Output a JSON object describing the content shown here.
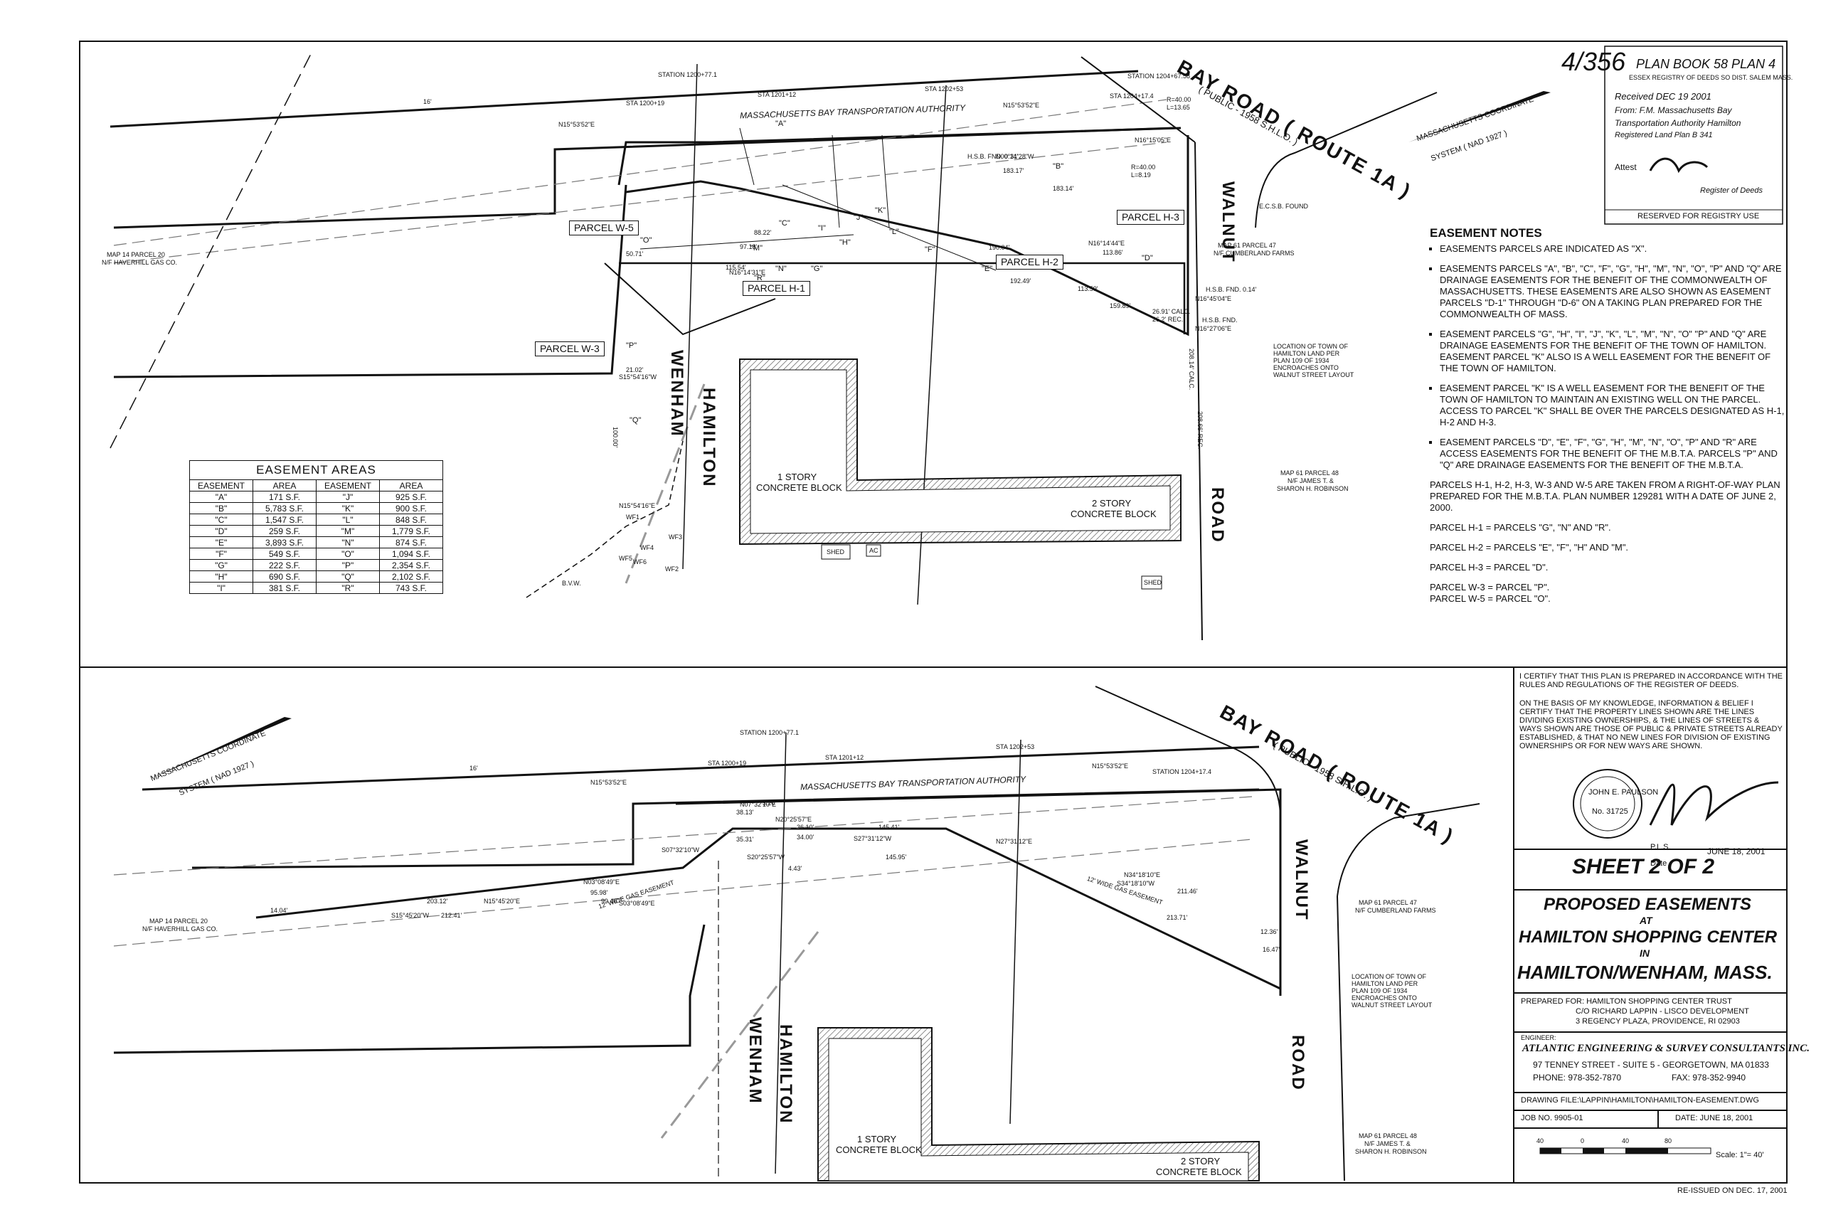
{
  "registry": {
    "line1": "PLAN BOOK 58 PLAN 4",
    "line2": "ESSEX REGISTRY OF DEEDS SO DIST. SALEM MASS.",
    "received": "Received DEC 19 2001",
    "line4": "From: F.M. Massachusetts Bay",
    "line5": "Transportation Authority Hamilton",
    "line6": "Registered Land Plan B 341",
    "attest": "Attest",
    "register": "Register of Deeds",
    "reserved": "RESERVED FOR REGISTRY USE",
    "handwritten": "4/356"
  },
  "notes": {
    "title": "EASEMENT NOTES",
    "bullets": [
      "EASEMENTS PARCELS ARE INDICATED AS \"X\".",
      "EASEMENTS PARCELS \"A\", \"B\", \"C\", \"F\", \"G\", \"H\", \"M\", \"N\", \"O\", \"P\" AND \"Q\" ARE DRAINAGE EASEMENTS FOR THE BENEFIT OF THE COMMONWEALTH OF MASSACHUSETTS. THESE EASEMENTS ARE ALSO SHOWN AS EASEMENT PARCELS \"D-1\" THROUGH \"D-6\" ON A TAKING PLAN PREPARED FOR THE COMMONWEALTH OF MASS.",
      "EASEMENT PARCELS \"G\", \"H\", \"I\", \"J\", \"K\", \"L\", \"M\", \"N\", \"O\" \"P\" AND \"Q\" ARE DRAINAGE EASEMENTS FOR THE BENEFIT OF THE TOWN OF HAMILTON. EASEMENT PARCEL \"K\" ALSO IS A WELL EASEMENT FOR THE BENEFIT OF THE TOWN OF HAMILTON.",
      "EASEMENT PARCEL \"K\" IS A WELL EASEMENT FOR THE BENEFIT OF THE TOWN OF HAMILTON TO MAINTAIN AN EXISTING WELL ON THE PARCEL. ACCESS TO PARCEL \"K\" SHALL BE OVER THE PARCELS DESIGNATED AS H-1, H-2 AND H-3.",
      "EASEMENT PARCELS \"D\", \"E\", \"F\", \"G\", \"H\", \"M\", \"N\", \"O\", \"P\" AND \"R\" ARE ACCESS EASEMENTS FOR THE BENEFIT OF THE M.B.T.A. PARCELS \"P\" AND \"Q\" ARE DRAINAGE EASEMENTS FOR THE BENEFIT OF THE M.B.T.A."
    ],
    "para": "PARCELS H-1, H-2, H-3, W-3 AND W-5 ARE TAKEN FROM A RIGHT-OF-WAY PLAN PREPARED FOR THE M.B.T.A. PLAN NUMBER 129281 WITH A DATE OF JUNE 2, 2000.",
    "h1": "PARCEL H-1 = PARCELS \"G\", \"N\" AND \"R\".",
    "h2": "PARCEL H-2 = PARCELS \"E\", \"F\", \"H\" AND \"M\".",
    "h3": "PARCEL H-3 = PARCEL \"D\".",
    "w3": "PARCEL W-3 = PARCEL \"P\".",
    "w5": "PARCEL W-5 = PARCEL \"O\"."
  },
  "areas": {
    "title": "EASEMENT AREAS",
    "headers": [
      "EASEMENT",
      "AREA",
      "EASEMENT",
      "AREA"
    ],
    "rows": [
      [
        "\"A\"",
        "171 S.F.",
        "\"J\"",
        "925 S.F."
      ],
      [
        "\"B\"",
        "5,783 S.F.",
        "\"K\"",
        "900 S.F."
      ],
      [
        "\"C\"",
        "1,547 S.F.",
        "\"L\"",
        "848 S.F."
      ],
      [
        "\"D\"",
        "259 S.F.",
        "\"M\"",
        "1,779 S.F."
      ],
      [
        "\"E\"",
        "3,893 S.F.",
        "\"N\"",
        "874 S.F."
      ],
      [
        "\"F\"",
        "549 S.F.",
        "\"O\"",
        "1,094 S.F."
      ],
      [
        "\"G\"",
        "222 S.F.",
        "\"P\"",
        "2,354 S.F."
      ],
      [
        "\"H\"",
        "690 S.F.",
        "\"Q\"",
        "2,102 S.F."
      ],
      [
        "\"I\"",
        "381 S.F.",
        "\"R\"",
        "743 S.F."
      ]
    ]
  },
  "certify": {
    "text1": "I CERTIFY THAT THIS PLAN IS PREPARED IN ACCORDANCE WITH THE RULES AND REGULATIONS OF THE REGISTER OF DEEDS.",
    "text2": "ON THE BASIS OF MY KNOWLEDGE, INFORMATION & BELIEF I CERTIFY THAT THE PROPERTY LINES SHOWN ARE THE LINES DIVIDING EXISTING OWNERSHIPS, & THE LINES OF STREETS & WAYS SHOWN ARE THOSE OF PUBLIC & PRIVATE STREETS ALREADY ESTABLISHED, & THAT NO NEW LINES FOR DIVISION OF EXISTING OWNERSHIPS OR FOR NEW WAYS ARE SHOWN.",
    "seal_name": "JOHN E. PAULSON",
    "seal_no": "No. 31725",
    "pls": "P.L.S.",
    "date": "JUNE 18, 2001",
    "date_label": "Date"
  },
  "title_block": {
    "sheet": "SHEET 2 OF 2",
    "t1": "PROPOSED EASEMENTS",
    "t2": "AT",
    "t3": "HAMILTON SHOPPING CENTER",
    "t4": "IN",
    "t5": "HAMILTON/WENHAM, MASS.",
    "prep1": "PREPARED FOR: HAMILTON SHOPPING CENTER TRUST",
    "prep2": "C/O RICHARD LAPPIN - LISCO DEVELOPMENT",
    "prep3": "3 REGENCY PLAZA, PROVIDENCE, RI 02903",
    "eng_label": "ENGINEER:",
    "eng_name": "ATLANTIC ENGINEERING & SURVEY CONSULTANTS INC.",
    "eng_addr": "97 TENNEY STREET - SUITE 5 - GEORGETOWN, MA 01833",
    "eng_phone": "PHONE: 978-352-7870",
    "eng_fax": "FAX: 978-352-9940",
    "file": "DRAWING FILE:\\LAPPIN\\HAMILTON\\HAMILTON-EASEMENT.DWG",
    "job": "JOB NO. 9905-01",
    "job_date": "DATE: JUNE 18, 2001",
    "scale_ticks": [
      "40",
      "0",
      "40",
      "80"
    ],
    "scale": "Scale: 1\"= 40'",
    "reissued": "RE-ISSUED ON DEC. 17, 2001"
  },
  "top_plan": {
    "bay_road": "BAY ROAD ( ROUTE 1A )",
    "bay_road_sub": "( PUBLIC - 1958 S.H.L.O. )",
    "walnut": "WALNUT",
    "road": "ROAD",
    "hamilton": "HAMILTON",
    "wenham": "WENHAM",
    "mbta": "MASSACHUSETTS BAY TRANSPORTATION AUTHORITY",
    "coord": "MASSACHUSETTS COORDINATE",
    "coord2": "SYSTEM ( NAD 1927 )",
    "map14": "MAP 14 PARCEL 20",
    "map14b": "N/F HAVERHILL GAS CO.",
    "map47": "MAP 61 PARCEL 47",
    "map47b": "N/F CUMBERLAND FARMS",
    "map48": "MAP 61 PARCEL 48",
    "map48b": "N/F JAMES T. &",
    "map48c": "SHARON H. ROBINSON",
    "loc1": "LOCATION OF TOWN OF",
    "loc2": "HAMILTON LAND PER",
    "loc3": "PLAN 109 OF 1934",
    "loc4": "ENCROACHES ONTO",
    "loc5": "WALNUT STREET LAYOUT",
    "bldg1a": "1 STORY",
    "bldg1b": "CONCRETE BLOCK",
    "bldg2a": "2 STORY",
    "bldg2b": "CONCRETE BLOCK",
    "shed": "SHED",
    "ac": "AC",
    "shed2": "SHED",
    "ecsb": "E.C.S.B. FOUND",
    "sta1": "STATION 1200+77.1",
    "sta2": "STA 1200+19",
    "sta3": "STA 1201+12",
    "sta4": "STA 1202+53",
    "sta5": "STATION 1204+67.58",
    "sta6": "STA 1204+17.4",
    "bearing1": "N15°53'52\"E",
    "bearing2": "N15°53'52\"E",
    "bearing3": "N16°15'05\"E",
    "bearing4": "N16°14'44\"E",
    "bearing5": "N15°54'16\"E",
    "bearing6": "S15°54'16\"W",
    "bearing7": "N16°14'31\"E",
    "bearing8": "N00°31'28\"W",
    "bearing9": "N16°45'04\"E",
    "bearing10": "N16°27'06\"E",
    "dist1": "88.22'",
    "dist2": "97.18'",
    "dist3": "115.54'",
    "dist4": "190.04'",
    "dist5": "192.49'",
    "dist6": "113.59'",
    "dist7": "159.89'",
    "dist8": "183.14'",
    "dist9": "183.17'",
    "dist10": "113.86'",
    "dist11": "50.71'",
    "dist12": "21.02'",
    "dist13": "100.00'",
    "calc1": "208.14' CALC.",
    "calc2": "208.66' REC.",
    "calc3": "26.91' CALC.",
    "calc4": "26.2' REC.",
    "hsb1": "H.S.B. FND. 0.14'",
    "hsb2": "H.S.B. FND. 0.14'",
    "hsb3": "H.S.B. FND.",
    "arc1": "R=40.00",
    "arc2": "L=13.65",
    "arc3": "R=40.00",
    "arc4": "L=8.19",
    "bvw": "B.V.W.",
    "wf": [
      "WF1",
      "WF2",
      "WF3",
      "WF4",
      "WF5",
      "WF6"
    ],
    "easements": [
      "\"A\"",
      "\"B\"",
      "\"C\"",
      "\"D\"",
      "\"E\"",
      "\"F\"",
      "\"G\"",
      "\"H\"",
      "\"I\"",
      "\"J\"",
      "\"K\"",
      "\"L\"",
      "\"M\"",
      "\"N\"",
      "\"O\"",
      "\"P\"",
      "\"Q\"",
      "\"R\""
    ],
    "parcels": [
      "PARCEL W-5",
      "PARCEL W-3",
      "PARCEL H-1",
      "PARCEL H-2",
      "PARCEL H-3"
    ],
    "offset": "16'"
  },
  "bottom_plan": {
    "bay_road": "BAY ROAD ( ROUTE 1A )",
    "bay_road_sub": "( PUBLIC - 1958 S.H.L.O. )",
    "walnut": "WALNUT",
    "road": "ROAD",
    "hamilton": "HAMILTON",
    "wenham": "WENHAM",
    "mbta": "MASSACHUSETTS BAY TRANSPORTATION AUTHORITY",
    "coord": "MASSACHUSETTS COORDINATE",
    "coord2": "SYSTEM ( NAD 1927 )",
    "map14": "MAP 14 PARCEL 20",
    "map14b": "N/F HAVERHILL GAS CO.",
    "map47": "MAP 61 PARCEL 47",
    "map47b": "N/F CUMBERLAND FARMS",
    "map48": "MAP 61 PARCEL 48",
    "map48b": "N/F JAMES T. &",
    "map48c": "SHARON H. ROBINSON",
    "loc1": "LOCATION OF TOWN OF",
    "loc2": "HAMILTON LAND PER",
    "loc3": "PLAN 109 OF 1934",
    "loc4": "ENCROACHES ONTO",
    "loc5": "WALNUT STREET LAYOUT",
    "bldg1a": "1 STORY",
    "bldg1b": "CONCRETE BLOCK",
    "bldg2a": "2 STORY",
    "bldg2b": "CONCRETE BLOCK",
    "sta1": "STATION 1200+77.1",
    "sta2": "STA 1200+19",
    "sta3": "STA 1201+12",
    "sta4": "STA 1202+53",
    "sta5": "STATION 1204+17.4",
    "gas1": "12' WIDE GAS EASEMENT",
    "gas2": "12' WIDE GAS EASEMENT",
    "bearing1": "N15°53'52\"E",
    "bearing2": "N15°53'52\"E",
    "bearing3": "N07°32'10\"E",
    "bearing4": "N20°25'57\"E",
    "bearing5": "S20°25'57\"W",
    "bearing6": "S07°32'10\"W",
    "bearing7": "N27°31'12\"E",
    "bearing8": "S27°31'12\"W",
    "bearing9": "N34°18'10\"E",
    "bearing10": "S34°18'10\"W",
    "bearing11": "N03°08'49\"E",
    "bearing12": "S03°08'49\"E",
    "bearing13": "N15°45'20\"E",
    "bearing14": "S15°45'20\"W",
    "dist1": "203.12'",
    "dist2": "212.41'",
    "dist3": "211.46'",
    "dist4": "213.71'",
    "dist5": "145.41'",
    "dist6": "145.95'",
    "dist7": "36.10'",
    "dist8": "34.00'",
    "dist9": "38.13'",
    "dist10": "35.31'",
    "dist11": "3.20'",
    "dist12": "4.43'",
    "dist13": "12.36'",
    "dist14": "16.47'",
    "dist15": "14.04'",
    "dist16": "95.98'",
    "dist17": "99.46'",
    "offset": "16'"
  }
}
